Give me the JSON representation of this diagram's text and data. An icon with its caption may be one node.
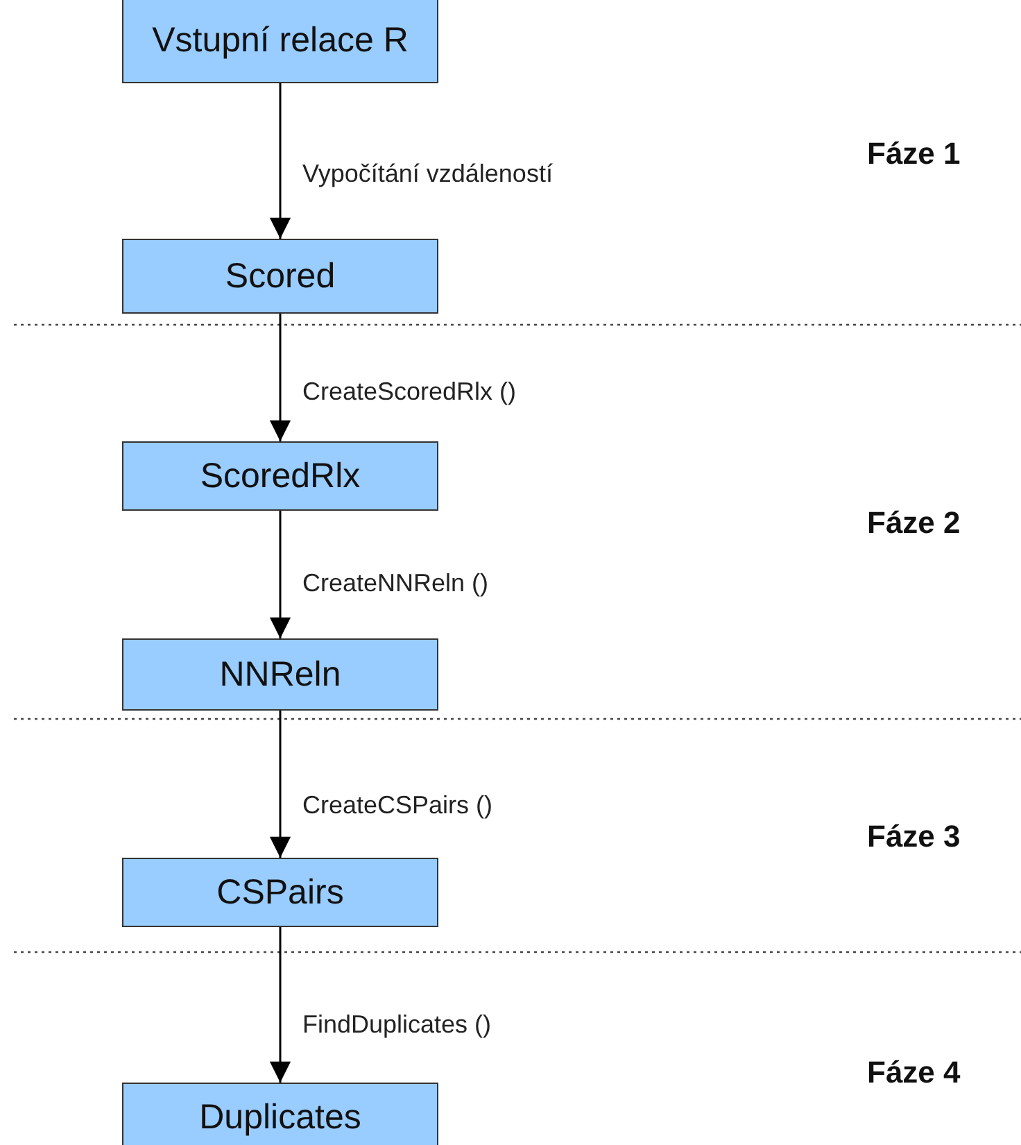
{
  "diagram": {
    "nodes": [
      {
        "text": [
          "Vstupní relace R"
        ]
      },
      {
        "text": [
          "Scored"
        ]
      },
      {
        "text": [
          "ScoredRlx"
        ]
      },
      {
        "text": [
          "NNReln"
        ]
      },
      {
        "text": [
          "CSPairs"
        ]
      },
      {
        "text": [
          "Duplicates"
        ]
      }
    ],
    "edges": [
      {
        "from": 0,
        "to": 1,
        "arrow": "to",
        "label": "Vypočítání vzdáleností"
      },
      {
        "from": 1,
        "to": 2,
        "arrow": "to",
        "label": "CreateScoredRlx ()"
      },
      {
        "from": 2,
        "to": 3,
        "arrow": "to",
        "label": "CreateNNReln ()"
      },
      {
        "from": 3,
        "to": 4,
        "arrow": "to",
        "label": "CreateCSPairs ()"
      },
      {
        "from": 4,
        "to": 5,
        "arrow": "to",
        "label": "FindDuplicates ()"
      }
    ],
    "labels": [
      "Fáze 1",
      "Fáze 2",
      "Fáze 3",
      "Fáze 4"
    ]
  }
}
